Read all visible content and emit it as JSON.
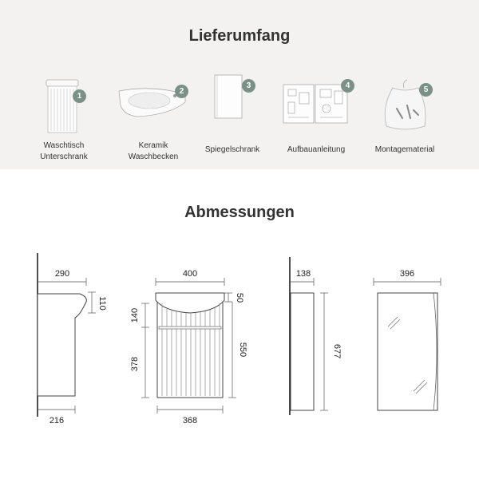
{
  "scope": {
    "title": "Lieferumfang",
    "items": [
      {
        "number": "1",
        "label": "Waschtisch\nUnterschrank",
        "icon": "vanity-cabinet-icon"
      },
      {
        "number": "2",
        "label": "Keramik\nWaschbecken",
        "icon": "ceramic-basin-icon"
      },
      {
        "number": "3",
        "label": "Spiegelschrank",
        "icon": "mirror-cabinet-icon"
      },
      {
        "number": "4",
        "label": "Aufbauanleitung",
        "icon": "assembly-manual-icon"
      },
      {
        "number": "5",
        "label": "Montagematerial",
        "icon": "hardware-bag-icon"
      }
    ],
    "badge_color": "#7a9285"
  },
  "dimensions": {
    "title": "Abmessungen",
    "side_view": {
      "depth_top": "290",
      "basin_height": "110",
      "depth_bottom": "216"
    },
    "front_view": {
      "width_top": "400",
      "rim_height": "50",
      "upper_height": "140",
      "lower_height": "378",
      "body_height": "550",
      "width_bottom": "368"
    },
    "mirror_side": {
      "depth": "138",
      "height": "677"
    },
    "mirror_front": {
      "width": "396"
    }
  }
}
